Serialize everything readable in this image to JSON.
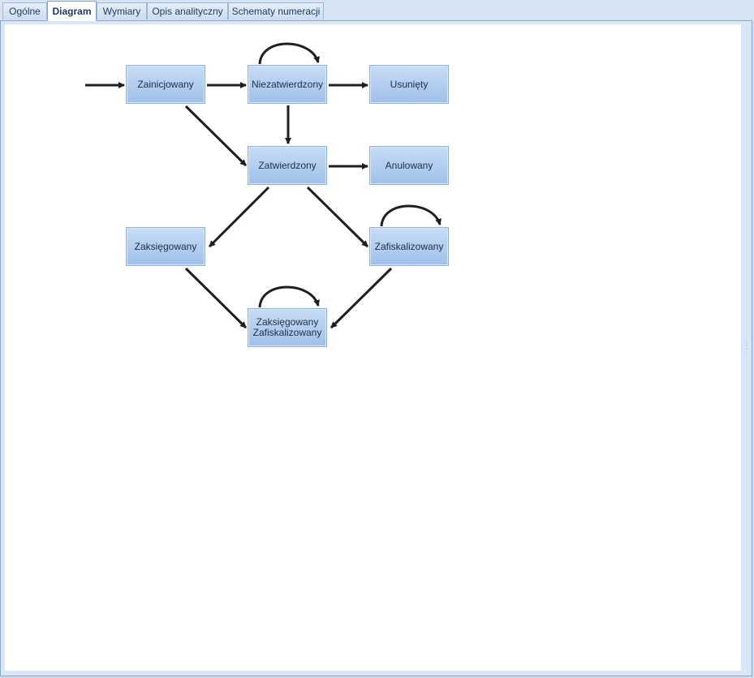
{
  "tabs": [
    {
      "label": "Ogólne",
      "active": false
    },
    {
      "label": "Diagram",
      "active": true
    },
    {
      "label": "Wymiary",
      "active": false
    },
    {
      "label": "Opis analityczny",
      "active": false
    },
    {
      "label": "Schematy numeracji",
      "active": false
    }
  ],
  "diagram": {
    "states": {
      "zainicjowany": "Zainicjowany",
      "niezatwierdzony": "Niezatwierdzony",
      "usuniety": "Usunięty",
      "zatwierdzony": "Zatwierdzony",
      "anulowany": "Anulowany",
      "zaksiegowany": "Zaksięgowany",
      "zafiskalizowany": "Zafiskalizowany",
      "zaksiegowany_zafiskalizowany": "Zaksięgowany\nZafiskalizowany"
    },
    "transitions": [
      [
        "start",
        "zainicjowany"
      ],
      [
        "zainicjowany",
        "niezatwierdzony"
      ],
      [
        "niezatwierdzony",
        "usuniety"
      ],
      [
        "niezatwierdzony",
        "niezatwierdzony"
      ],
      [
        "niezatwierdzony",
        "zatwierdzony"
      ],
      [
        "zainicjowany",
        "zatwierdzony"
      ],
      [
        "zatwierdzony",
        "anulowany"
      ],
      [
        "zatwierdzony",
        "zaksiegowany"
      ],
      [
        "zatwierdzony",
        "zafiskalizowany"
      ],
      [
        "zafiskalizowany",
        "zafiskalizowany"
      ],
      [
        "zaksiegowany",
        "zaksiegowany_zafiskalizowany"
      ],
      [
        "zafiskalizowany",
        "zaksiegowany_zafiskalizowany"
      ],
      [
        "zaksiegowany_zafiskalizowany",
        "zaksiegowany_zafiskalizowany"
      ]
    ],
    "colors": {
      "node_fill": "#b4cff0",
      "node_border": "#8fb0d8",
      "arrow": "#1b1f26"
    }
  },
  "icons": {
    "splitter": "splitter-grip-icon"
  }
}
